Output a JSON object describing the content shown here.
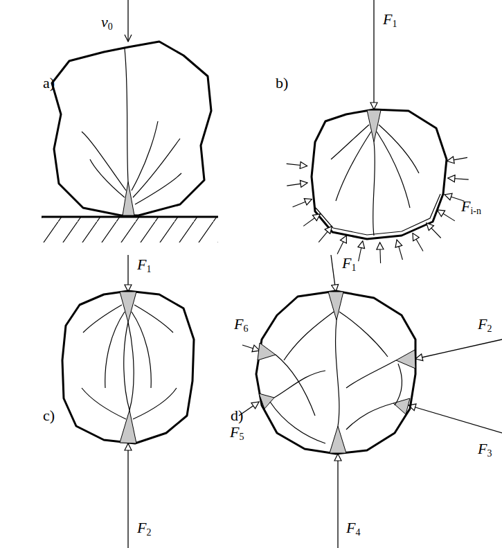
{
  "diagram": {
    "labels": [
      "a)",
      "v0",
      "b)",
      "F1",
      "Fi-n",
      "c)",
      "F1",
      "F2",
      "d)",
      "F1",
      "F2",
      "F3",
      "F4",
      "F5",
      "F6"
    ]
  }
}
